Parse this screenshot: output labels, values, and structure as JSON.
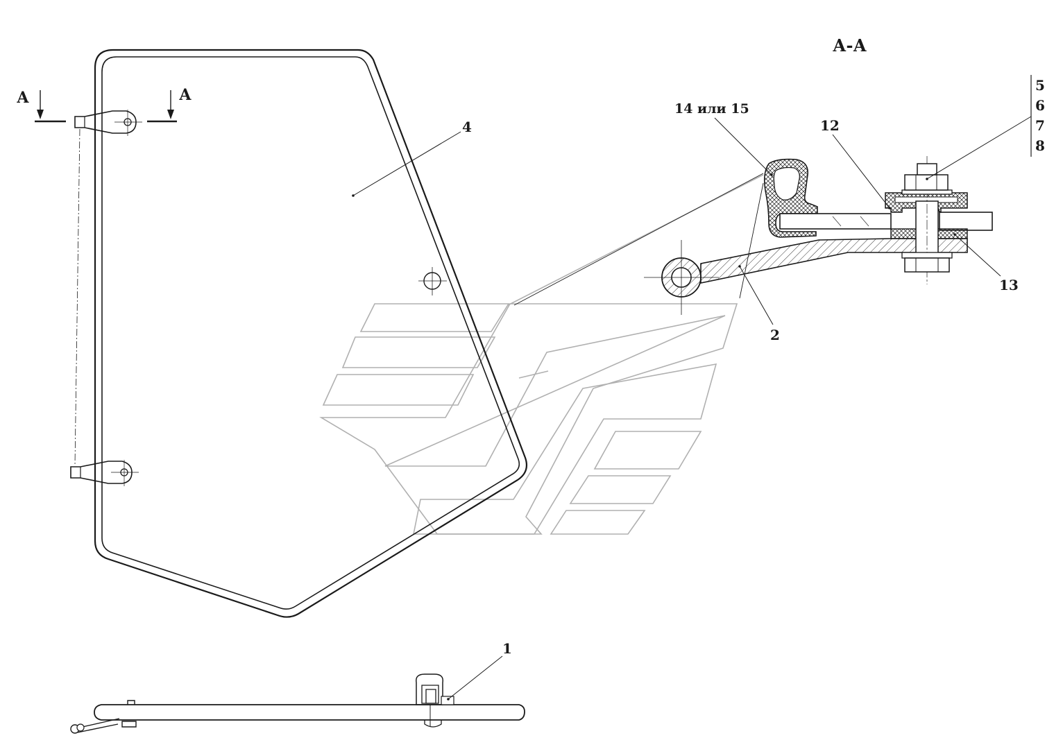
{
  "section": {
    "title": "А-А",
    "cut_marker_left": "А",
    "cut_marker_right": "А"
  },
  "callouts": {
    "c1": "1",
    "c2": "2",
    "c4": "4",
    "c12": "12",
    "c13": "13",
    "c14_15": "14 или 15",
    "c5": "5",
    "c6": "6",
    "c7": "7",
    "c8": "8"
  }
}
